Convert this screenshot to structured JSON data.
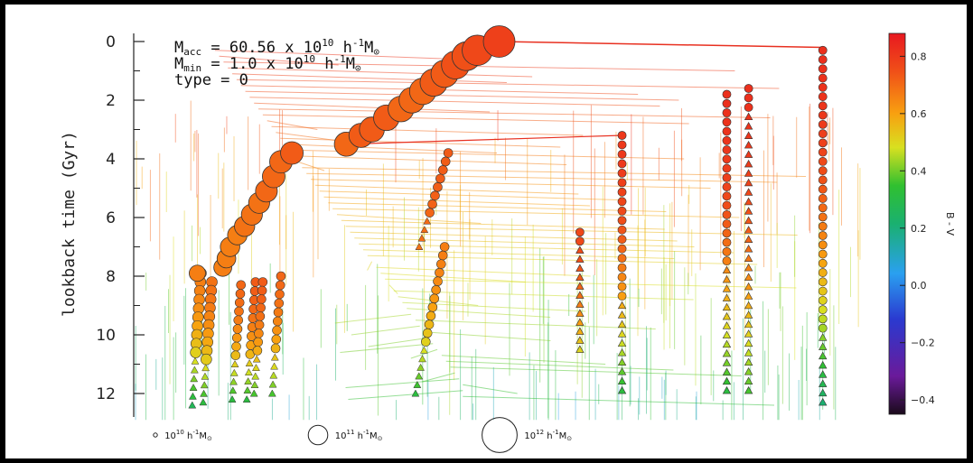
{
  "chart_data": {
    "type": "scatter",
    "ylabel": "lookback time (Gyr)",
    "ylim": [
      0,
      13
    ],
    "yticks": [
      "0",
      "2",
      "4",
      "6",
      "8",
      "10",
      "12"
    ],
    "annotation": {
      "line1": "M",
      "line1_sub": "acc",
      "line1_rest": " = 60.56 x 10",
      "line1_sup": "10",
      "line1_unit": " h",
      "line1_unit_sup": "-1",
      "line1_unit_tail": "M",
      "line1_unit_sub": "⊙",
      "line2": "M",
      "line2_sub": "min",
      "line2_rest": " = 1.0 x 10",
      "line2_sup": "10",
      "line2_unit": " h",
      "line2_unit_sup": "-1",
      "line2_unit_tail": "M",
      "line2_unit_sub": "⊙",
      "line3": "type = 0"
    },
    "colorbar": {
      "label": "B - V",
      "range": [
        -0.45,
        0.88
      ],
      "ticks": [
        "0.8",
        "0.6",
        "0.4",
        "0.2",
        "0.0",
        "−0.2",
        "−0.4"
      ],
      "tick_values": [
        0.8,
        0.6,
        0.4,
        0.2,
        0.0,
        -0.2,
        -0.4
      ]
    },
    "size_legend": [
      {
        "mass_exp": "10",
        "label_pre": "10",
        "label_sup": "10",
        "label_post": " h",
        "label_sup2": "-1",
        "label_tail": "M",
        "label_sub": "⊙",
        "log_mass": 10
      },
      {
        "mass_exp": "11",
        "label_pre": "10",
        "label_sup": "11",
        "label_post": " h",
        "label_sup2": "-1",
        "label_tail": "M",
        "label_sub": "⊙",
        "log_mass": 11
      },
      {
        "mass_exp": "12",
        "label_pre": "10",
        "label_sup": "12",
        "label_post": " h",
        "label_sup2": "-1",
        "label_tail": "M",
        "label_sub": "⊙",
        "log_mass": 12
      }
    ],
    "branches": [
      {
        "name": "main",
        "points": [
          {
            "t": 0.0,
            "bv": 0.78,
            "logm": 11.78
          },
          {
            "t": 0.3,
            "bv": 0.76,
            "logm": 11.7
          },
          {
            "t": 0.5,
            "bv": 0.74,
            "logm": 11.6
          },
          {
            "t": 0.8,
            "bv": 0.74,
            "logm": 11.55
          },
          {
            "t": 1.1,
            "bv": 0.72,
            "logm": 11.5
          },
          {
            "t": 1.4,
            "bv": 0.72,
            "logm": 11.5
          },
          {
            "t": 1.7,
            "bv": 0.7,
            "logm": 11.45
          },
          {
            "t": 2.0,
            "bv": 0.7,
            "logm": 11.4
          },
          {
            "t": 2.3,
            "bv": 0.7,
            "logm": 11.4
          },
          {
            "t": 2.6,
            "bv": 0.72,
            "logm": 11.4
          },
          {
            "t": 3.0,
            "bv": 0.72,
            "logm": 11.35
          },
          {
            "t": 3.2,
            "bv": 0.72,
            "logm": 11.3
          },
          {
            "t": 3.5,
            "bv": 0.7,
            "logm": 11.3
          }
        ]
      },
      {
        "name": "b2",
        "points": [
          {
            "t": 3.8,
            "bv": 0.72,
            "logm": 11.2
          },
          {
            "t": 4.1,
            "bv": 0.7,
            "logm": 11.2
          },
          {
            "t": 4.6,
            "bv": 0.7,
            "logm": 11.2
          },
          {
            "t": 5.1,
            "bv": 0.7,
            "logm": 11.15
          },
          {
            "t": 5.5,
            "bv": 0.68,
            "logm": 11.1
          },
          {
            "t": 5.9,
            "bv": 0.68,
            "logm": 11.1
          },
          {
            "t": 6.3,
            "bv": 0.68,
            "logm": 11.05
          },
          {
            "t": 6.6,
            "bv": 0.66,
            "logm": 11.0
          },
          {
            "t": 7.0,
            "bv": 0.66,
            "logm": 11.0
          },
          {
            "t": 7.4,
            "bv": 0.66,
            "logm": 10.95
          },
          {
            "t": 7.7,
            "bv": 0.66,
            "logm": 10.9
          }
        ]
      }
    ],
    "chains": [
      {
        "x0": 0.945,
        "t0": 0.3,
        "t1": 12.3,
        "bv0": 0.82,
        "bv1": 0.2,
        "tri_from": 10.0
      },
      {
        "x0": 0.843,
        "t0": 1.6,
        "t1": 11.9,
        "bv0": 0.82,
        "bv1": 0.35,
        "tri_from": 2.5
      },
      {
        "x0": 0.813,
        "t0": 1.8,
        "t1": 11.9,
        "bv0": 0.82,
        "bv1": 0.3,
        "tri_from": 7.5
      },
      {
        "x0": 0.669,
        "t0": 3.2,
        "t1": 11.9,
        "bv0": 0.8,
        "bv1": 0.3,
        "tri_from": 8.8
      },
      {
        "x0": 0.611,
        "t0": 6.5,
        "t1": 10.5,
        "bv0": 0.76,
        "bv1": 0.5,
        "tri_from": 7.0
      }
    ]
  }
}
